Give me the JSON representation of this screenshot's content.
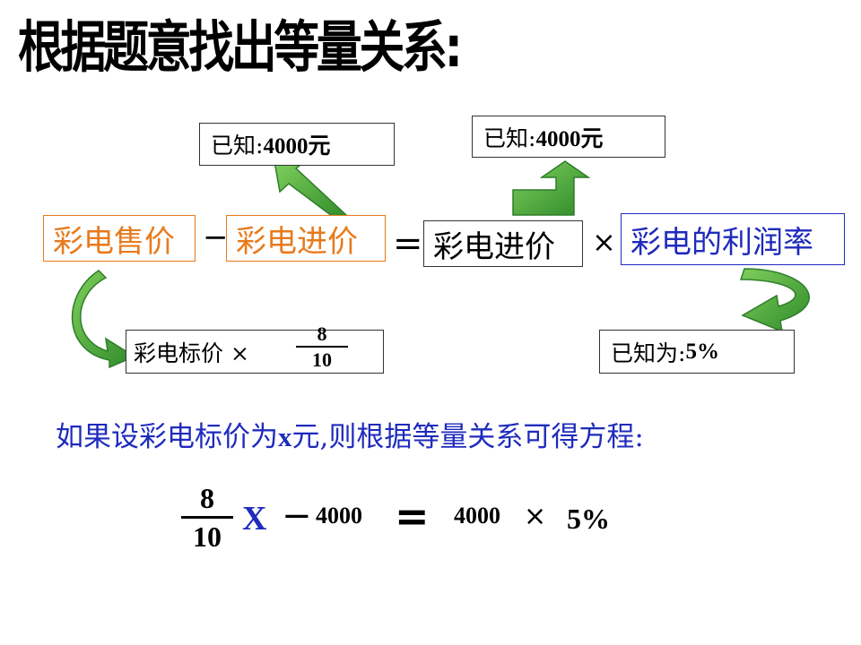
{
  "title": "根据题意找出等量关系:",
  "top_left_known": {
    "label": "已知:",
    "value": "4000元"
  },
  "top_right_known": {
    "label": "已知:",
    "value": "4000元"
  },
  "equation_row": {
    "sale_price": "彩电售价",
    "minus": "−",
    "cost_price_1": "彩电进价",
    "equals": "=",
    "cost_price_2": "彩电进价",
    "times": "×",
    "profit_rate": "彩电的利润率"
  },
  "bottom_left": {
    "label": "彩电标价 ×",
    "frac_num": "8",
    "frac_den": "10"
  },
  "bottom_right": {
    "label": "已知为:",
    "value": "5%"
  },
  "sentence": {
    "prefix": "如果设彩电标价为",
    "var": "x",
    "suffix": "元,则根据等量关系可得方程:"
  },
  "final_equation": {
    "frac_num": "8",
    "frac_den": "10",
    "var": "X",
    "minus": "−",
    "left_value": "4000",
    "equals": "=",
    "right_value": "4000",
    "times": "×",
    "rate": "5%"
  },
  "colors": {
    "orange": "#e87a1c",
    "blue": "#1f2bbd",
    "arrow_green": "#3a9a35"
  }
}
